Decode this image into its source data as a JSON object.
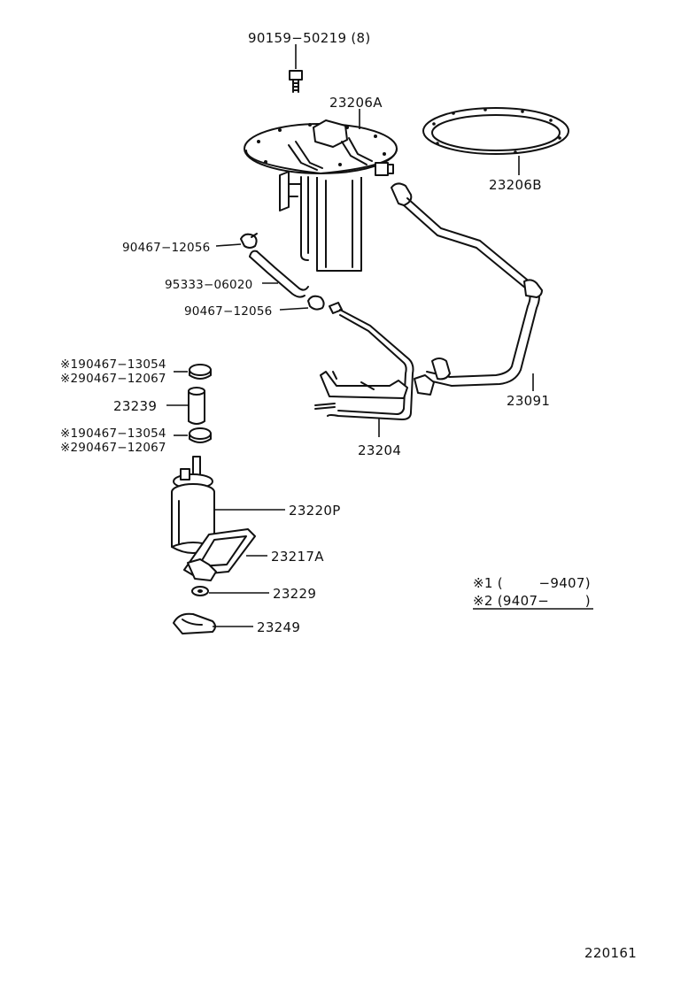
{
  "diagram": {
    "labels": {
      "bolt": "90159−50219 (8)",
      "gauge_assy": "23206A",
      "gasket": "23206B",
      "clamp_top": "90467−12056",
      "hose": "95333−06020",
      "clamp_mid": "90467−12056",
      "clamp1_a": "※190467−13054",
      "clamp1_b": "※290467−12067",
      "hose_short": "23239",
      "clamp2_a": "※190467−13054",
      "clamp2_b": "※290467−12067",
      "pump": "23220P",
      "filter": "23217A",
      "cushion": "23229",
      "retainer": "23249",
      "pipe_right": "23091",
      "pipe_center": "23204"
    },
    "legend": {
      "line1": "※1 (        −9407)",
      "line2": "※2 (9407−        )"
    },
    "footer_code": "220161"
  }
}
